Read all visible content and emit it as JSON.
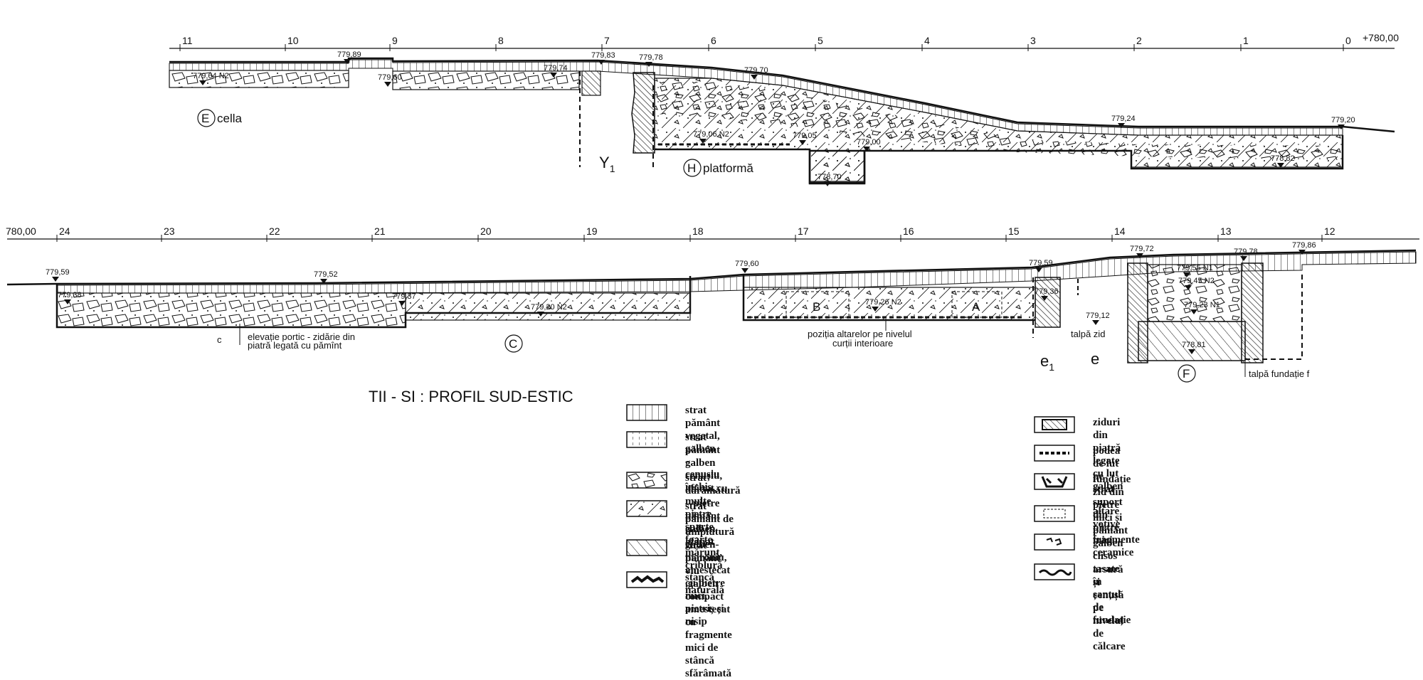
{
  "title": "TII - SI : PROFIL SUD-ESTIC",
  "top_scale": {
    "ticks": [
      "11",
      "10",
      "9",
      "8",
      "7",
      "6",
      "5",
      "4",
      "3",
      "2",
      "1",
      "0"
    ],
    "ref": "+780,00"
  },
  "bottom_scale": {
    "ref": "780,00",
    "ticks": [
      "24",
      "23",
      "22",
      "21",
      "20",
      "19",
      "18",
      "17",
      "16",
      "15",
      "14",
      "13",
      "12"
    ]
  },
  "top_elevations": [
    "779,89",
    "779,64 N2",
    "779,60",
    "779,74",
    "779,83",
    "779,78",
    "779,70",
    "779,06 N2",
    "779,05",
    "779,00",
    "778,70",
    "779,24",
    "778,82",
    "779,20"
  ],
  "bottom_elevations": [
    "779,59",
    "779,38",
    "779,52",
    "779,37",
    "779,20 N2",
    "779,60",
    "779,26 N2",
    "779,59",
    "779,36",
    "779,12",
    "779,72",
    "779,55 N1",
    "779,45 N2",
    "779,23 N1",
    "778,81",
    "779,78",
    "779,86"
  ],
  "top_labels": {
    "cella_letter": "E",
    "cella": "cella",
    "y1": "Y",
    "y1_sub": "1",
    "platform_letter": "H",
    "platform": "platformă"
  },
  "bottom_labels": {
    "c_lower": "c",
    "portic_line1": "elevație portic - zidărie din",
    "portic_line2": "piatră legată cu pămînt",
    "c_letter": "C",
    "b": "B",
    "a": "A",
    "altars_line1": "poziția altarelor pe nivelul",
    "altars_line2": "curții interioare",
    "e1": "e",
    "e1_sub": "1",
    "e": "e",
    "talpa_zid": "talpă zid",
    "f_letter": "F",
    "talpa_fundatie": "talpă fundație f"
  },
  "legend": [
    {
      "pattern": "vertical-lines",
      "text": "strat  pământ vegetal, galben - cenușiu închis"
    },
    {
      "pattern": "dashed-lines",
      "text": "strat pământ galben cenușiu, afânat,cu multe pietre sparte\nfoarte mărunt, criblură"
    },
    {
      "pattern": "stones",
      "text": "strat dărâmătură – pietre pământ galben afânat"
    },
    {
      "pattern": "fill-mixed",
      "text": "strat  pământ de umplutură galben-maroniu,\namestecat cu pietre mici, pietriș și nisip"
    },
    {
      "pattern": "diagonal-hatch",
      "text": "strat pământ viu ,galben compact amestecat cu\nfragmente mici de stâncă sfărâmată"
    },
    {
      "pattern": "natural-rock",
      "text": "stancă naturală"
    },
    {
      "pattern": "masonry",
      "text": "ziduri din piatră legate cu lut galben"
    },
    {
      "pattern": "clay-floor",
      "text": "podea de lut pe strat suport din pietre mici"
    },
    {
      "pattern": "foundation",
      "text": "fundație zid din pietre mici și pământ galben clisos\ntasate în șanțul de fundație"
    },
    {
      "pattern": "votive-altars",
      "text": "altare votive"
    },
    {
      "pattern": "ceramics",
      "text": "fragmente ceramice"
    },
    {
      "pattern": "burn-ash",
      "text": "arsură și cenușă pe nivelul de călcare"
    }
  ]
}
